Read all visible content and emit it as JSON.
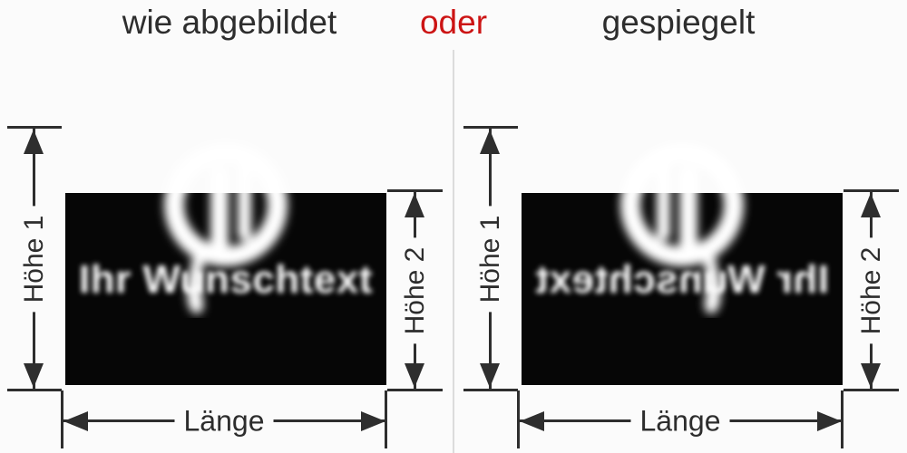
{
  "header": {
    "option_left": "wie abgebildet",
    "connector": "oder",
    "option_right": "gespiegelt"
  },
  "sign": {
    "placeholder_text": "Ihr Wunschtext",
    "logo": "blurred-emblem-logo"
  },
  "dimensions": {
    "height1": "Höhe 1",
    "height2": "Höhe 2",
    "length": "Länge"
  },
  "panels": [
    {
      "id": "as-shown",
      "label": "wie abgebildet",
      "mirrored": false
    },
    {
      "id": "mirrored",
      "label": "gespiegelt",
      "mirrored": true
    }
  ],
  "colors": {
    "page_bg": "#fbfbfb",
    "sign_bg": "#060606",
    "sign_fg": "#ffffff",
    "dimension_lines": "#2e2e2e",
    "heading_text": "#2d2d2d",
    "accent_red": "#cc1414",
    "divider": "#dcdcdc"
  }
}
